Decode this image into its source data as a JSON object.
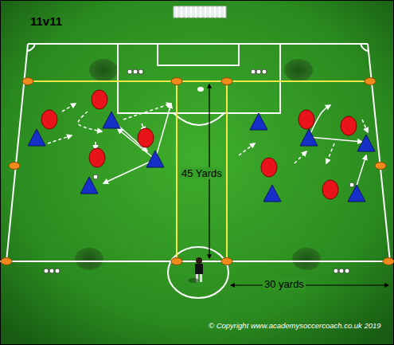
{
  "diagram": {
    "title": "11v11",
    "labels": [
      "45 Yards",
      "30 yards",
      "© Copyright www.academysoccercoach.co.uk 2019"
    ]
  }
}
